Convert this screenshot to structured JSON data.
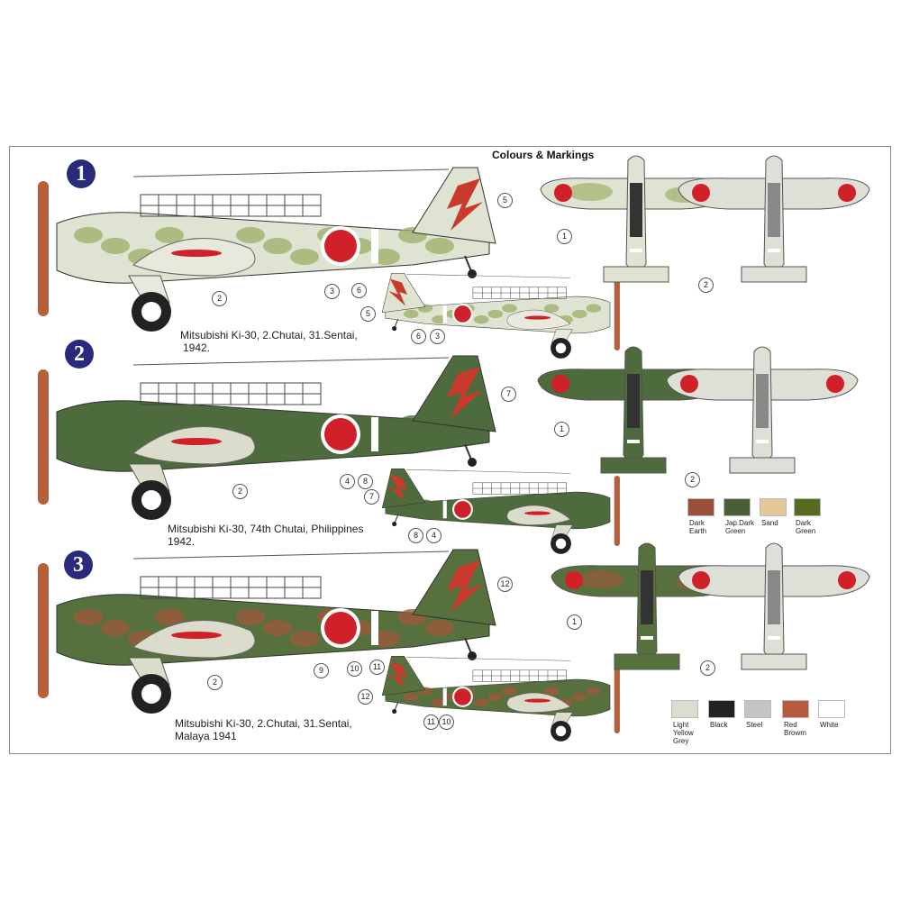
{
  "title": "Colours & Markings",
  "profiles": [
    {
      "number": "1",
      "caption_l1": "Mitsubishi Ki-30, 2.Chutai, 31.Sentai,",
      "caption_l2": "1942.",
      "scheme": {
        "base": "#dfe3d2",
        "camo": "#9fb06a",
        "wing": "#e8e8dc",
        "fin": "#c93a2c"
      },
      "callouts": [
        "2",
        "3",
        "6",
        "5",
        "5",
        "6",
        "3",
        "1",
        "2"
      ]
    },
    {
      "number": "2",
      "caption_l1": "Mitsubishi Ki-30, 74th Chutai, Philippines",
      "caption_l2": "1942.",
      "scheme": {
        "base": "#4d6b3c",
        "camo": "#4d6b3c",
        "wing": "#dcdccc",
        "fin": "#c93a2c"
      },
      "callouts": [
        "7",
        "2",
        "4",
        "8",
        "7",
        "8",
        "4",
        "1",
        "2"
      ]
    },
    {
      "number": "3",
      "caption_l1": "Mitsubishi Ki-30, 2.Chutai, 31.Sentai,",
      "caption_l2": "Malaya 1941",
      "scheme": {
        "base": "#56703e",
        "camo": "#9a5a3c",
        "wing": "#dcdccc",
        "fin": "#c93a2c"
      },
      "callouts": [
        "12",
        "2",
        "9",
        "10",
        "11",
        "12",
        "11",
        "10",
        "1",
        "2"
      ]
    }
  ],
  "palette1": [
    {
      "name_l1": "Dark",
      "name_l2": "Earth",
      "color": "#9a4f3a"
    },
    {
      "name_l1": "Jap.Dark",
      "name_l2": "Green",
      "color": "#4a5e3a"
    },
    {
      "name_l1": "Sand",
      "name_l2": "",
      "color": "#e5c89a"
    },
    {
      "name_l1": "Dark",
      "name_l2": "Green",
      "color": "#566a22"
    }
  ],
  "palette2": [
    {
      "name_l1": "Light",
      "name_l2": "Yellow",
      "name_l3": "Grey",
      "color": "#dcdcd0"
    },
    {
      "name_l1": "Black",
      "name_l2": "",
      "name_l3": "",
      "color": "#222222"
    },
    {
      "name_l1": "Steel",
      "name_l2": "",
      "name_l3": "",
      "color": "#c4c4c4"
    },
    {
      "name_l1": "Red",
      "name_l2": "Browm",
      "name_l3": "",
      "color": "#b85a3e"
    },
    {
      "name_l1": "White",
      "name_l2": "",
      "name_l3": "",
      "color": "#ffffff"
    }
  ],
  "colors": {
    "hinomaru": "#d0202a",
    "prop": "#b5603c",
    "topview_under": "#dedfd6"
  }
}
